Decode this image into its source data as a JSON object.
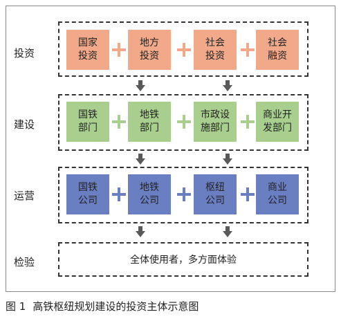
{
  "stages": [
    {
      "label": "投资",
      "boxes": [
        "国家\n投资",
        "地方\n投资",
        "社会\n投资",
        "社会\n融资"
      ],
      "color": "#f2a98a",
      "plus_color": "#f2a98a"
    },
    {
      "label": "建设",
      "boxes": [
        "国铁\n部门",
        "地铁\n部门",
        "市政设\n施部门",
        "商业开\n发部门"
      ],
      "color": "#a8cf8e",
      "plus_color": "#a8cf8e"
    },
    {
      "label": "运营",
      "boxes": [
        "国铁\n公司",
        "地铁\n公司",
        "枢纽\n公司",
        "商业\n公司"
      ],
      "color": "#6a7ec2",
      "plus_color": "#6a7ec2"
    },
    {
      "label": "检验",
      "text": "全体使用者，多方面体验"
    }
  ],
  "caption": {
    "number": "图 1",
    "title": "高铁枢纽规划建设的投资主体示意图"
  },
  "arrow_color": "#595959"
}
